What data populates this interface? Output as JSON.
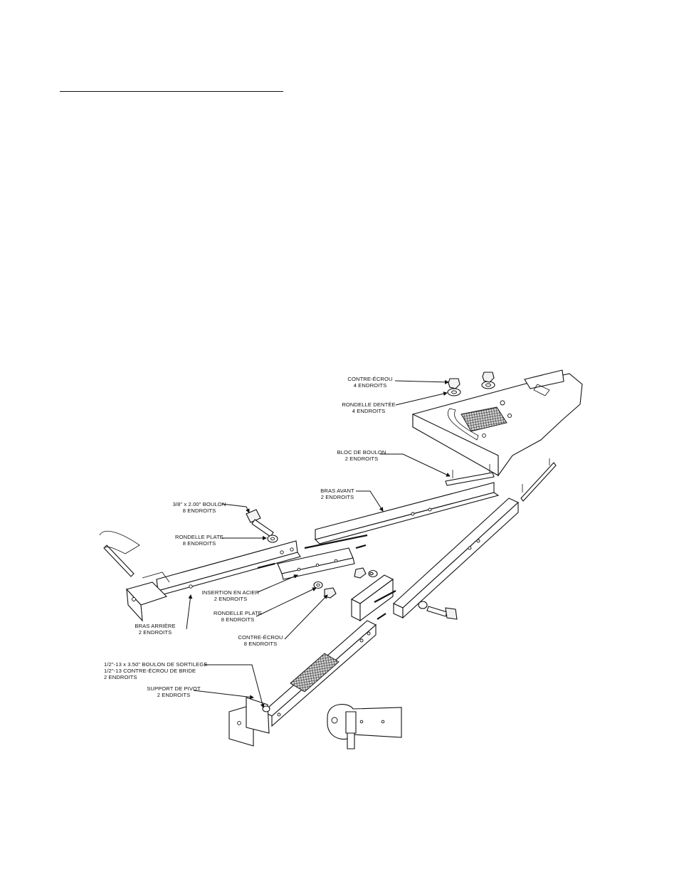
{
  "labels": {
    "contre_ecrou_top": [
      "CONTRE-ÉCROU",
      "4 ENDROITS"
    ],
    "rondelle_dentee": [
      "RONDELLE DENTÉE",
      "4 ENDROITS"
    ],
    "bloc_de_boulon": [
      "BLOC DE BOULON",
      "2 ENDROITS"
    ],
    "bras_avant": [
      "BRAS AVANT",
      "2 ENDROITS"
    ],
    "boulon_3_8": [
      "3/8\" x 2.00\" BOULON",
      "8 ENDROITS"
    ],
    "rondelle_plate_top": [
      "RONDELLE PLATE",
      "8 ENDROITS"
    ],
    "insertion_en_acier": [
      "INSERTION EN ACIER",
      "2 ENDROITS"
    ],
    "rondelle_plate_bottom": [
      "RONDELLE PLATE",
      "8 ENDROITS"
    ],
    "bras_arriere": [
      "BRAS ARRIÈRE",
      "2 ENDROITS"
    ],
    "contre_ecrou_bottom": [
      "CONTRE-ÉCROU",
      "8 ENDROITS"
    ],
    "boulon_de_sortilege": [
      "1/2\"-13 x 3.50\" BOULON DE SORTILEGE",
      "1/2\"-13 CONTRE-ÉCROU DE BRIDE",
      "2 ENDROITS"
    ],
    "support_de_pivot": [
      "SUPPORT DE PIVOT",
      "2 ENDROITS"
    ]
  }
}
